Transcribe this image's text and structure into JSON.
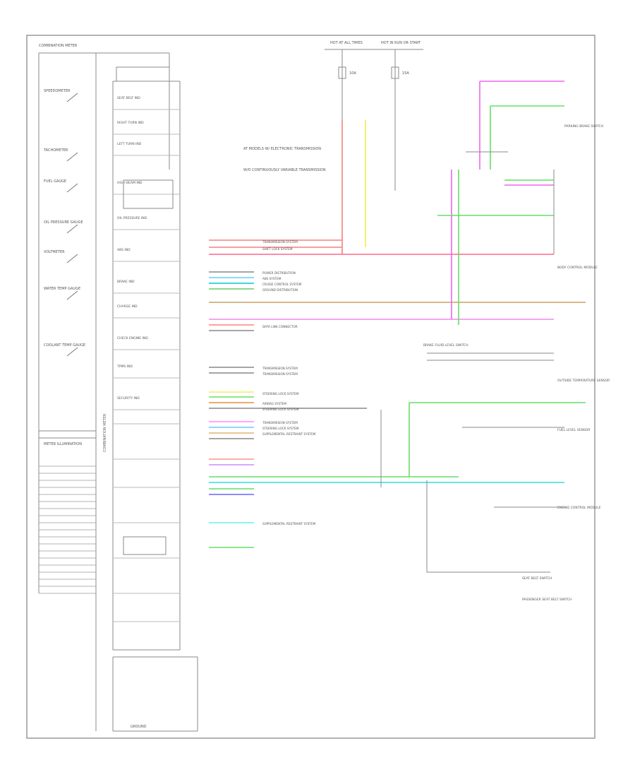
{
  "frame": {
    "corner_label": "",
    "top_left_label": "COMBINATION METER"
  },
  "cluster": {
    "warning_lights": [
      "SEAT BELT IND",
      "RIGHT TURN IND",
      "LEFT TURN IND",
      "HIGH BEAM IND",
      "OIL PRESSURE IND",
      "ABS IND",
      "BRAKE IND",
      "CHARGE IND",
      "CHECK ENGINE IND",
      "TPMS IND",
      "SECURITY IND"
    ],
    "internal_blocks": [
      "SPEEDOMETER",
      "TACHOMETER",
      "FUEL GAUGE",
      "OIL PRESSURE GAUGE",
      "VOLTMETER",
      "WATER TEMP GAUGE",
      "COOLANT TEMP GAUGE"
    ],
    "bottom_labels": [
      "METER ILLUMINATION",
      "GROUND"
    ]
  },
  "center_notes": [
    "AT MODELS W/ ELECTRONIC TRANSMISSION",
    "W/O CONTINUOUSLY VARIABLE TRANSMISSION"
  ],
  "fuses": [
    {
      "label": "HOT AT ALL TIMES",
      "amps": "10A"
    },
    {
      "label": "HOT IN RUN OR START",
      "amps": "15A"
    }
  ],
  "wire_labels": [
    "TRANSMISSION SYSTEM",
    "SHIFT LOCK SYSTEM",
    "POWER DISTRIBUTION",
    "ABS SYSTEM",
    "CRUISE CONTROL SYSTEM",
    "GROUND DISTRIBUTION",
    "DATA LINK CONNECTOR",
    "TRANSMISSION SYSTEM",
    "TRANSMISSION SYSTEM",
    "STEERING LOCK SYSTEM",
    "AIRBAG SYSTEM",
    "STEERING LOCK SYSTEM",
    "TRANSMISSION SYSTEM",
    "STEERING LOCK SYSTEM",
    "SUPPLEMENTAL RESTRAINT SYSTEM",
    "SUPPLEMENTAL RESTRAINT SYSTEM"
  ],
  "right_components": [
    "PARKING BRAKE SWITCH",
    "BODY CONTROL MODULE",
    "OUTSIDE TEMPERATURE SENSOR",
    "FUEL LEVEL SENSOR",
    "ENGINE CONTROL MODULE",
    "BRAKE FLUID LEVEL SWITCH",
    "SEAT BELT SWITCH",
    "PASSENGER SEAT BELT SWITCH"
  ]
}
